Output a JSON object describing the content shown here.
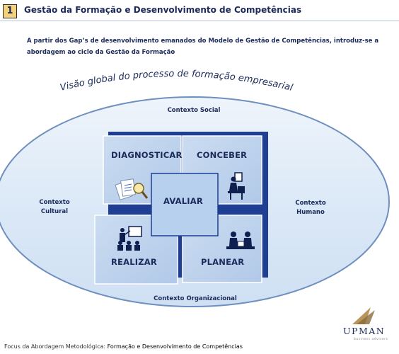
{
  "header": {
    "number": "1",
    "title": "Gestão da Formação e Desenvolvimento de Competências"
  },
  "intro": {
    "line1": "A partir dos Gap’s de desenvolvimento emanados do Modelo de Gestão de Competências, introduz-se a",
    "line2": "abordagem ao ciclo da Gestão da Formação"
  },
  "diagram": {
    "title": "Visão global do processo de formação empresarial:",
    "contexts": {
      "social": "Contexto Social",
      "cultural_1": "Contexto",
      "cultural_2": "Cultural",
      "humano_1": "Contexto",
      "humano_2": "Humano",
      "organizacional": "Contexto Organizacional"
    },
    "quadrants": {
      "diagnosticar": "DIAGNOSTICAR",
      "conceber": "CONCEBER",
      "avaliar": "AVALIAR",
      "realizar": "REALIZAR",
      "planear": "PLANEAR"
    },
    "icons": {
      "diagnosticar": "magnifier-documents-icon",
      "conceber": "person-at-computer-icon",
      "realizar": "presenter-audience-icon",
      "planear": "meeting-people-icon"
    },
    "colors": {
      "ellipse_fill": "#dce9f7",
      "ellipse_border": "#6f8fbf",
      "quadrant_fill": "#bcd3ee",
      "shadow": "#1f3f93",
      "text": "#1b2a5a"
    }
  },
  "footer": {
    "prefix": "Focus da Abordagem Metodológica: ",
    "subject": "Formação e Desenvolvimento de Competências"
  },
  "logo": {
    "name": "UPMAN",
    "tagline": "business advisers"
  }
}
